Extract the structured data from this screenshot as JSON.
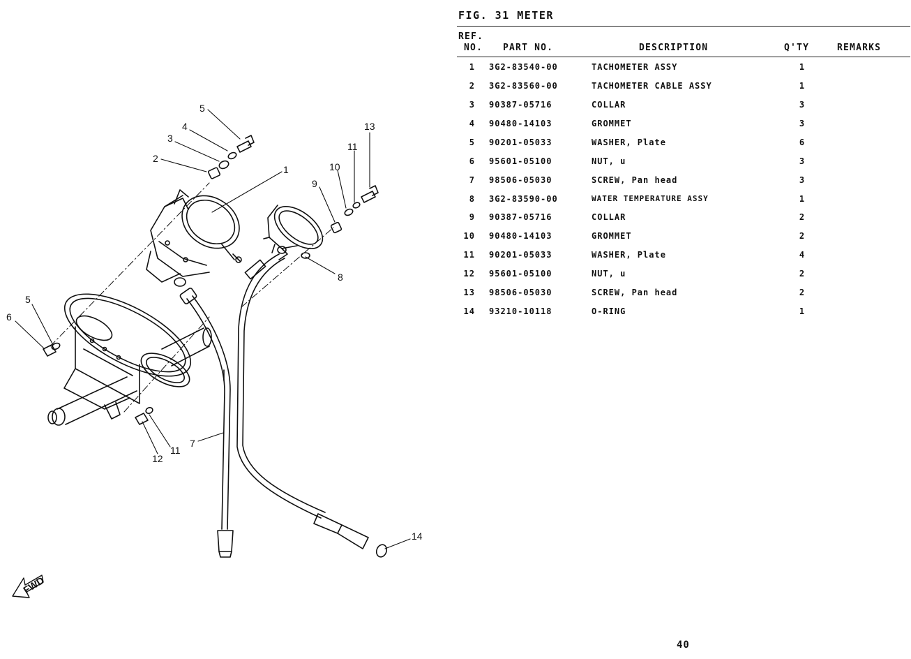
{
  "figure": {
    "title": "FIG. 31   METER"
  },
  "table": {
    "headers": {
      "ref_line1": "REF.",
      "ref_line2": "NO.",
      "part_no": "PART NO.",
      "description": "DESCRIPTION",
      "qty": "Q'TY",
      "remarks": "REMARKS"
    },
    "rows": [
      {
        "no": "1",
        "part": "3G2-83540-00",
        "desc": "TACHOMETER ASSY",
        "qty": "1"
      },
      {
        "no": "2",
        "part": "3G2-83560-00",
        "desc": "TACHOMETER CABLE ASSY",
        "qty": "1"
      },
      {
        "no": "3",
        "part": "90387-05716",
        "desc": "COLLAR",
        "qty": "3"
      },
      {
        "no": "4",
        "part": "90480-14103",
        "desc": "GROMMET",
        "qty": "3"
      },
      {
        "no": "5",
        "part": "90201-05033",
        "desc": "WASHER, Plate",
        "qty": "6"
      },
      {
        "no": "6",
        "part": "95601-05100",
        "desc": "NUT, u",
        "qty": "3"
      },
      {
        "no": "7",
        "part": "98506-05030",
        "desc": "SCREW, Pan head",
        "qty": "3"
      },
      {
        "no": "8",
        "part": "3G2-83590-00",
        "desc": "WATER TEMPERATURE ASSY",
        "qty": "1"
      },
      {
        "no": "9",
        "part": "90387-05716",
        "desc": "COLLAR",
        "qty": "2"
      },
      {
        "no": "10",
        "part": "90480-14103",
        "desc": "GROMMET",
        "qty": "2"
      },
      {
        "no": "11",
        "part": "90201-05033",
        "desc": "WASHER, Plate",
        "qty": "4"
      },
      {
        "no": "12",
        "part": "95601-05100",
        "desc": "NUT, u",
        "qty": "2"
      },
      {
        "no": "13",
        "part": "98506-05030",
        "desc": "SCREW, Pan head",
        "qty": "2"
      },
      {
        "no": "14",
        "part": "93210-10118",
        "desc": "O-RING",
        "qty": "1"
      }
    ]
  },
  "diagram": {
    "callouts": [
      "1",
      "2",
      "3",
      "4",
      "5",
      "5",
      "6",
      "7",
      "8",
      "9",
      "10",
      "11",
      "11",
      "12",
      "13",
      "14"
    ],
    "fwd_label": "FWD"
  },
  "page": {
    "number": "40"
  }
}
